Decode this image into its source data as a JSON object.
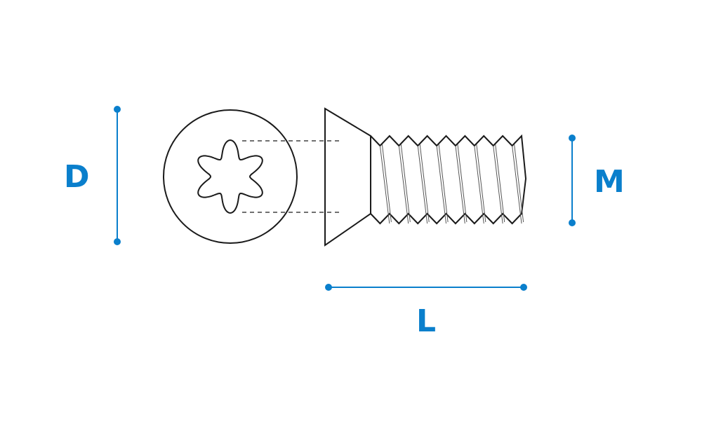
{
  "labels": {
    "diameter": "D",
    "thread": "M",
    "length": "L"
  },
  "colors": {
    "dimension": "#0a7fcc",
    "outline": "#1a1a1a"
  }
}
